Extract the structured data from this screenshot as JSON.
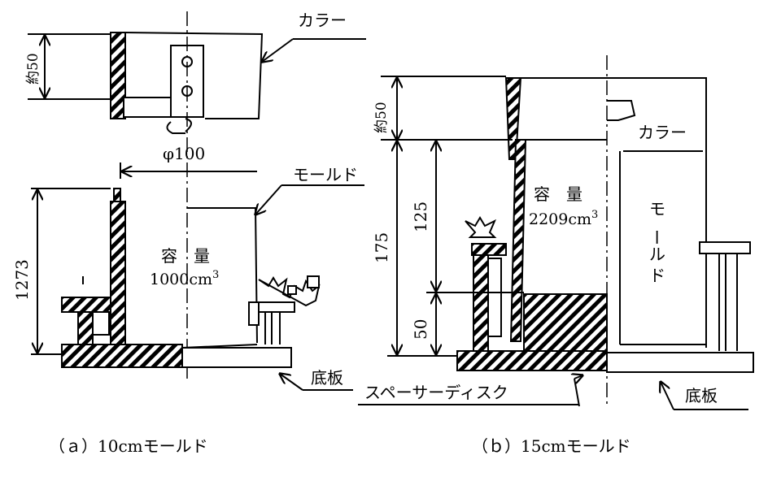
{
  "panel_a": {
    "collar_label": "カラー",
    "dim_collar": "約50",
    "diameter": "φ100",
    "mold_label": "モールド",
    "height": "1273",
    "capacity_label": "容　量",
    "capacity_value": "1000cm",
    "capacity_exp": "3",
    "base_plate": "底板",
    "caption": "（ａ）10cmモールド"
  },
  "panel_b": {
    "dim_collar": "約50",
    "collar_label": "カラー",
    "capacity_label": "容　量",
    "capacity_value": "2209cm",
    "capacity_exp": "3",
    "mold_vertical": [
      "モ",
      "ー",
      "ル",
      "ド"
    ],
    "dim_total": "175",
    "dim_upper": "125",
    "dim_lower": "50",
    "spacer_disk": "スペーサーディスク",
    "base_plate": "底板",
    "caption": "（ｂ）15cmモールド"
  }
}
